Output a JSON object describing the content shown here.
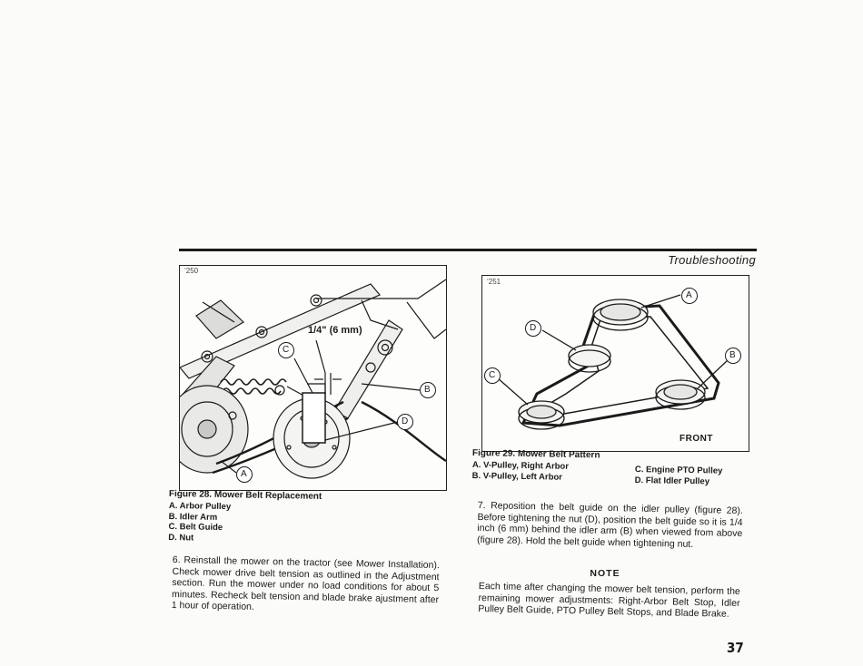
{
  "header": {
    "section_title": "Troubleshooting"
  },
  "figure28": {
    "number": "‘250",
    "measurement": "1/4\" (6 mm)",
    "callouts": {
      "A": "A",
      "B": "B",
      "C": "C",
      "D": "D"
    },
    "caption": "Figure 28. Mower Belt Replacement",
    "legend": [
      "A. Arbor Pulley",
      "B. Idler Arm",
      "C. Belt Guide",
      "D. Nut"
    ]
  },
  "figure29": {
    "number": "‘251",
    "callouts": {
      "A": "A",
      "B": "B",
      "C": "C",
      "D": "D"
    },
    "front_label": "FRONT",
    "caption": "Figure 29. Mower Belt Pattern",
    "legend_left": [
      "A. V-Pulley, Right Arbor",
      "B. V-Pulley, Left Arbor"
    ],
    "legend_right": [
      "C. Engine PTO Pulley",
      "D. Flat Idler Pulley"
    ]
  },
  "steps": {
    "step6": "6. Reinstall the mower on the tractor (see Mower Installation). Check mower drive belt tension as outlined in the Adjustment section. Run the mower under no load conditions for about 5 minutes. Recheck belt tension and blade brake ajustment after 1 hour of operation.",
    "step7": "7. Reposition the belt guide on the idler pulley (figure 28). Before tightening the nut (D), position the belt guide so it is 1/4 inch (6 mm) behind the idler arm (B) when viewed from above (figure 28). Hold the belt guide when tightening nut."
  },
  "note": {
    "heading": "NOTE",
    "text": "Each time after changing the mower belt tension, perform the remaining mower adjustments: Right-Arbor Belt Stop, Idler Pulley Belt Guide, PTO Pulley Belt Stops, and Blade Brake."
  },
  "page_number": "37"
}
